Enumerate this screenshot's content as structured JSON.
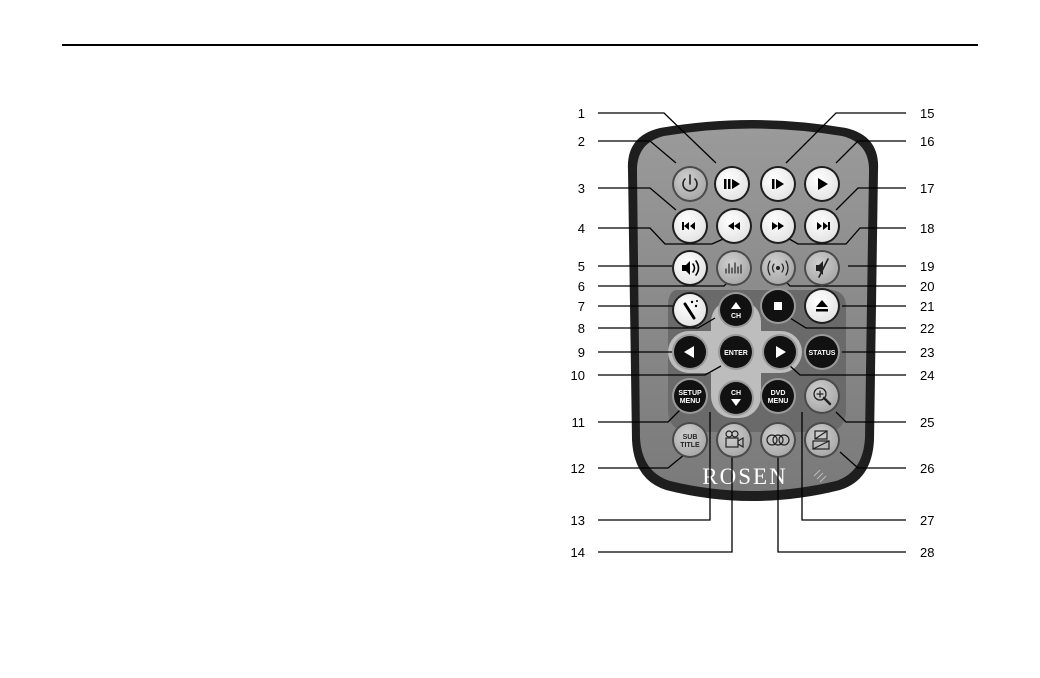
{
  "brand": "ROSEN",
  "callouts": {
    "left": [
      "1",
      "2",
      "3",
      "4",
      "5",
      "6",
      "7",
      "8",
      "9",
      "10",
      "11",
      "12",
      "13",
      "14"
    ],
    "right": [
      "15",
      "16",
      "17",
      "18",
      "19",
      "20",
      "21",
      "22",
      "23",
      "24",
      "25",
      "26",
      "27",
      "28"
    ]
  },
  "buttons": [
    {
      "id": "power",
      "icon": "power-icon",
      "style": "gray"
    },
    {
      "id": "step-pause",
      "icon": "pause-play-icon",
      "style": "white"
    },
    {
      "id": "step",
      "icon": "step-icon",
      "style": "white"
    },
    {
      "id": "play",
      "icon": "play-icon",
      "style": "white"
    },
    {
      "id": "prev",
      "icon": "skip-back-icon",
      "style": "white"
    },
    {
      "id": "rewind",
      "icon": "rewind-icon",
      "style": "white"
    },
    {
      "id": "fast-forward",
      "icon": "fast-forward-icon",
      "style": "white"
    },
    {
      "id": "next",
      "icon": "skip-forward-icon",
      "style": "white"
    },
    {
      "id": "volume",
      "icon": "speaker-icon",
      "style": "white"
    },
    {
      "id": "equalizer",
      "icon": "equalizer-icon",
      "style": "gray"
    },
    {
      "id": "surround",
      "icon": "surround-icon",
      "style": "gray"
    },
    {
      "id": "mute",
      "icon": "mute-icon",
      "style": "gray"
    },
    {
      "id": "magic",
      "icon": "wand-icon",
      "style": "white"
    },
    {
      "id": "channel-up",
      "icon": "up-arrow-icon",
      "label": "CH",
      "style": "black"
    },
    {
      "id": "stop",
      "icon": "stop-icon",
      "style": "black"
    },
    {
      "id": "eject",
      "icon": "eject-icon",
      "style": "white"
    },
    {
      "id": "left",
      "icon": "left-arrow-icon",
      "style": "black"
    },
    {
      "id": "enter",
      "label": "ENTER",
      "style": "black"
    },
    {
      "id": "right",
      "icon": "right-arrow-icon",
      "style": "black"
    },
    {
      "id": "status",
      "label": "STATUS",
      "style": "black"
    },
    {
      "id": "setup-menu",
      "label": "SETUP MENU",
      "style": "black"
    },
    {
      "id": "channel-down",
      "icon": "down-arrow-icon",
      "label": "CH",
      "style": "black"
    },
    {
      "id": "dvd-menu",
      "label": "DVD MENU",
      "style": "black"
    },
    {
      "id": "zoom",
      "icon": "zoom-icon",
      "style": "gray"
    },
    {
      "id": "subtitle",
      "label": "SUB TITLE",
      "style": "gray"
    },
    {
      "id": "camera",
      "icon": "camera-icon",
      "style": "gray"
    },
    {
      "id": "audio",
      "icon": "audio-icon",
      "style": "gray"
    },
    {
      "id": "aspect",
      "icon": "aspect-icon",
      "style": "gray"
    }
  ],
  "colors": {
    "body": "#8a8a8a",
    "bodyOuter": "#2b2b2b",
    "face": "#5c5c5c",
    "cross": "#b8b8b8"
  }
}
